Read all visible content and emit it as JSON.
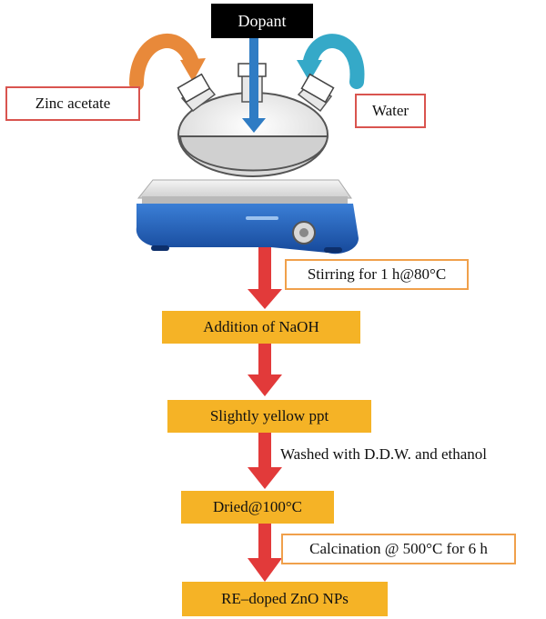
{
  "labels": {
    "dopant": "Dopant",
    "zinc_acetate": "Zinc acetate",
    "water": "Water"
  },
  "steps": [
    {
      "text": "Addition of NaOH"
    },
    {
      "text": "Slightly yellow ppt"
    },
    {
      "text": "Dried@100°C"
    },
    {
      "text": "RE–doped ZnO NPs"
    }
  ],
  "conditions": [
    {
      "text": "Stirring for 1 h@80°C"
    },
    {
      "text": "Washed with D.D.W. and ethanol"
    },
    {
      "text": "Calcination @ 500°C for 6 h"
    }
  ],
  "colors": {
    "flow_arrow": "#e23a3a",
    "step_box": "#f5b326",
    "condition_border": "#f0a04b",
    "input_border": "#d9544f",
    "zinc_arrow": "#e8893a",
    "water_arrow": "#35a9c8",
    "dopant_arrow": "#2f7cc4",
    "stirrer_body": "#1f5fb8"
  }
}
